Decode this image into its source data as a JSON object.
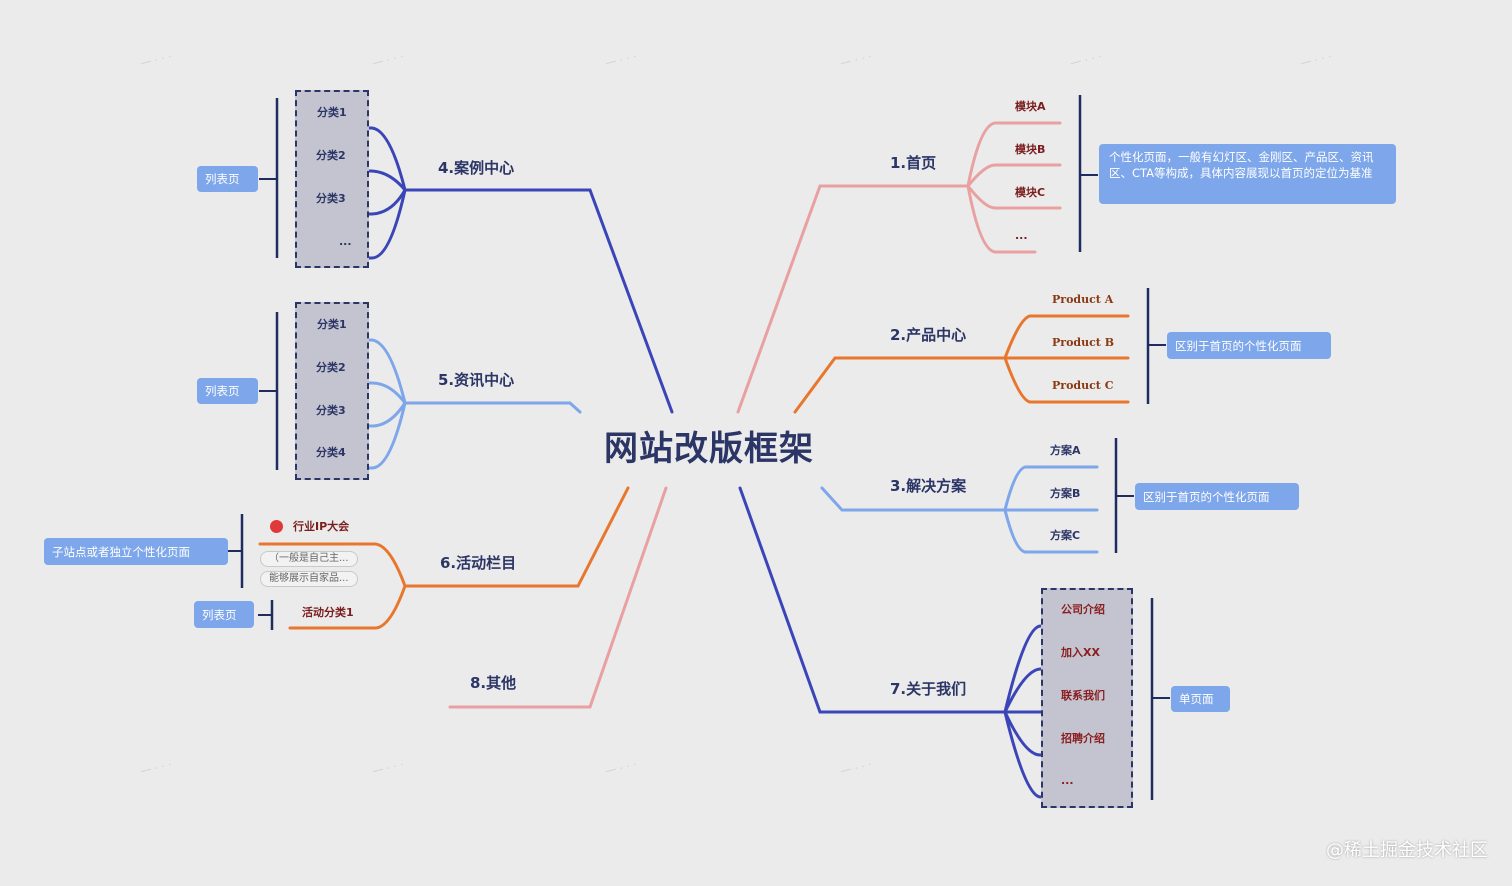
{
  "center": "网站改版框架",
  "branches": {
    "b1": {
      "title": "1.首页",
      "leaves": [
        "模块A",
        "模块B",
        "模块C",
        "..."
      ],
      "note": "个性化页面，一般有幻灯区、金刚区、产品区、资讯区、CTA等构成，具体内容展现以首页的定位为基准"
    },
    "b2": {
      "title": "2.产品中心",
      "leaves": [
        "Product A",
        "Product B",
        "Product C"
      ],
      "note": "区别于首页的个性化页面"
    },
    "b3": {
      "title": "3.解决方案",
      "leaves": [
        "方案A",
        "方案B",
        "方案C"
      ],
      "note": "区别于首页的个性化页面"
    },
    "b4": {
      "title": "4.案例中心",
      "leaves": [
        "分类1",
        "分类2",
        "分类3",
        "..."
      ],
      "note": "列表页"
    },
    "b5": {
      "title": "5.资讯中心",
      "leaves": [
        "分类1",
        "分类2",
        "分类3",
        "分类4"
      ],
      "note": "列表页"
    },
    "b6": {
      "title": "6.活动栏目",
      "sub1": "行业IP大会",
      "sub1_notes": [
        "（一般是自己主...",
        "能够展示自家品..."
      ],
      "sub1_note": "子站点或者独立个性化页面",
      "sub2": "活动分类1",
      "sub2_note": "列表页"
    },
    "b7": {
      "title": "7.关于我们",
      "leaves": [
        "公司介绍",
        "加入XX",
        "联系我们",
        "招聘介绍",
        "..."
      ],
      "note": "单页面"
    },
    "b8": {
      "title": "8.其他"
    }
  },
  "colors": {
    "navy": "#3a46b8",
    "pink": "#e8a0a0",
    "orange": "#e8772e",
    "lightblue": "#7ea6ea",
    "text": "#2b3566"
  },
  "footer": "@稀土掘金技术社区"
}
